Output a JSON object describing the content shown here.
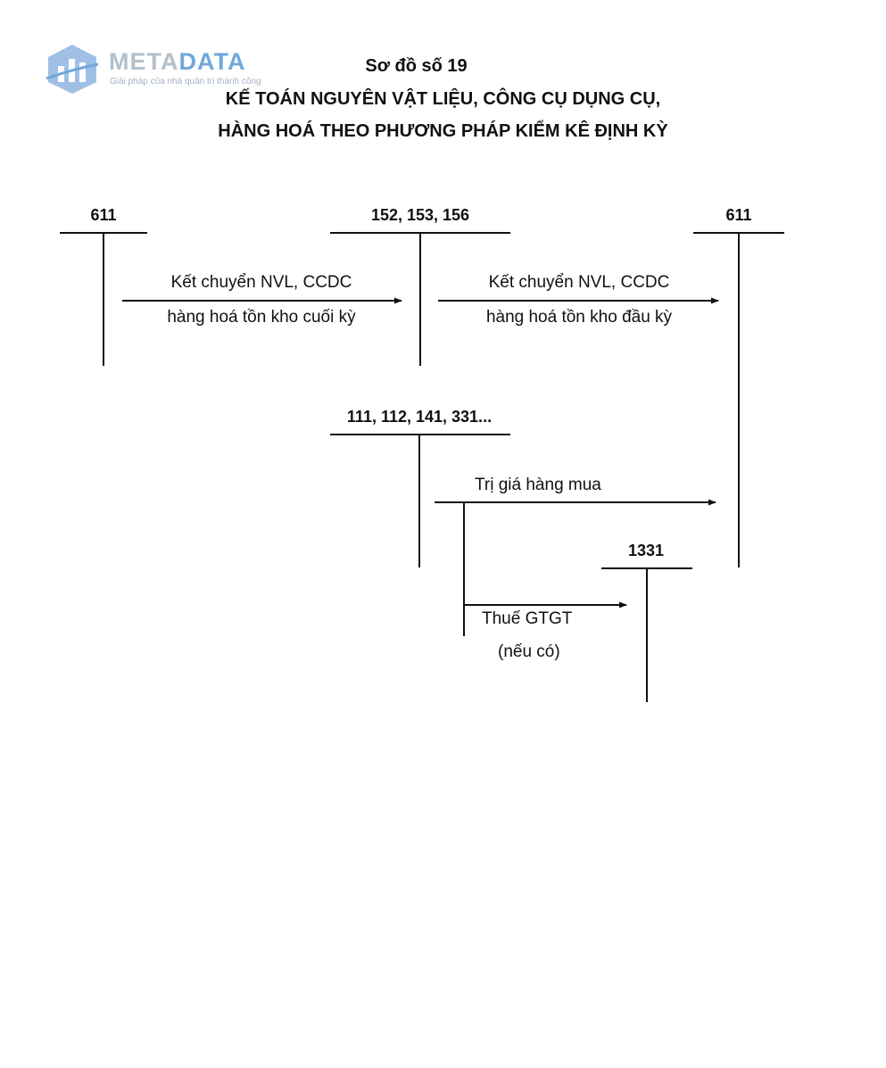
{
  "logo": {
    "word_part1": "META",
    "word_part2": "DATA",
    "tagline": "Giải pháp của nhà quản trị thành công",
    "colors": {
      "meta": "#b3bfcc",
      "data": "#6fa8dc",
      "icon": "#9fc0e4"
    }
  },
  "heading": {
    "number": "Sơ đồ số 19",
    "line1": "KẾ TOÁN NGUYÊN VẬT LIỆU, CÔNG CỤ DỤNG CỤ,",
    "line2": "HÀNG HOÁ THEO PHƯƠNG PHÁP KIỂM KÊ ĐỊNH KỲ"
  },
  "accounts": {
    "a611_left": "611",
    "a152": "152, 153, 156",
    "a611_right": "611",
    "a111": "111, 112, 141, 331...",
    "a1331": "1331"
  },
  "flows": {
    "f1_line1": "Kết chuyển NVL, CCDC",
    "f1_line2": "hàng hoá tồn kho cuối kỳ",
    "f2_line1": "Kết chuyển NVL, CCDC",
    "f2_line2": "hàng hoá tồn kho đầu kỳ",
    "f3": "Trị giá hàng mua",
    "f4_line1": "Thuế GTGT",
    "f4_line2": "(nếu có)"
  }
}
